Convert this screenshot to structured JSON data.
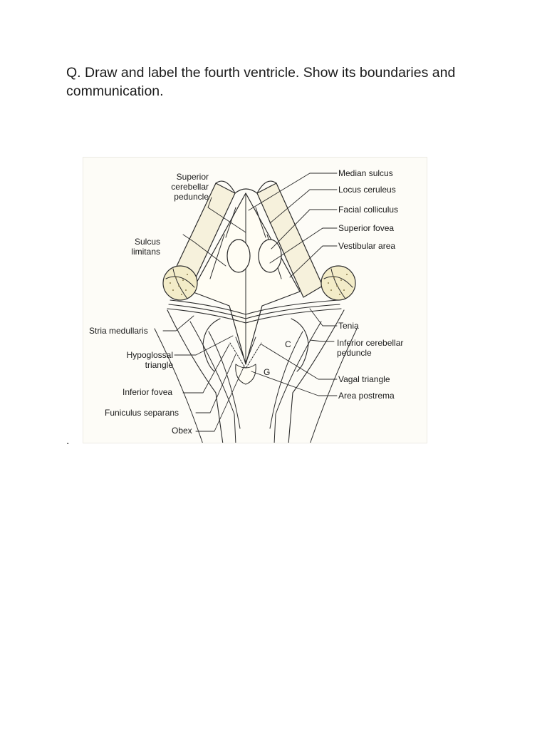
{
  "question": "Q. Draw and label the fourth ventricle. Show its boundaries and communication.",
  "trailing_mark": ".",
  "diagram": {
    "left_labels": {
      "superior_cerebellar_peduncle": "Superior\ncerebellar\npeduncle",
      "sulcus_limitans": "Sulcus\nlimitans",
      "stria_medullaris": "Stria medullaris",
      "hypoglossal_triangle": "Hypoglossal\ntriangle",
      "inferior_fovea": "Inferior fovea",
      "funiculus_separans": "Funiculus separans",
      "obex": "Obex"
    },
    "right_labels": {
      "median_sulcus": "Median sulcus",
      "locus_ceruleus": "Locus ceruleus",
      "facial_colliculus": "Facial colliculus",
      "superior_fovea": "Superior fovea",
      "vestibular_area": "Vestibular area",
      "tenia": "Tenia",
      "inferior_cerebellar_peduncle": "Inferior cerebellar\npeduncle",
      "vagal_triangle": "Vagal triangle",
      "area_postrema": "Area postrema"
    },
    "inline_labels": {
      "c": "C",
      "g": "G"
    },
    "colors": {
      "fill": "#f6f1dc",
      "stroke": "#2a2a2a",
      "background": "#fdfcf7"
    }
  }
}
